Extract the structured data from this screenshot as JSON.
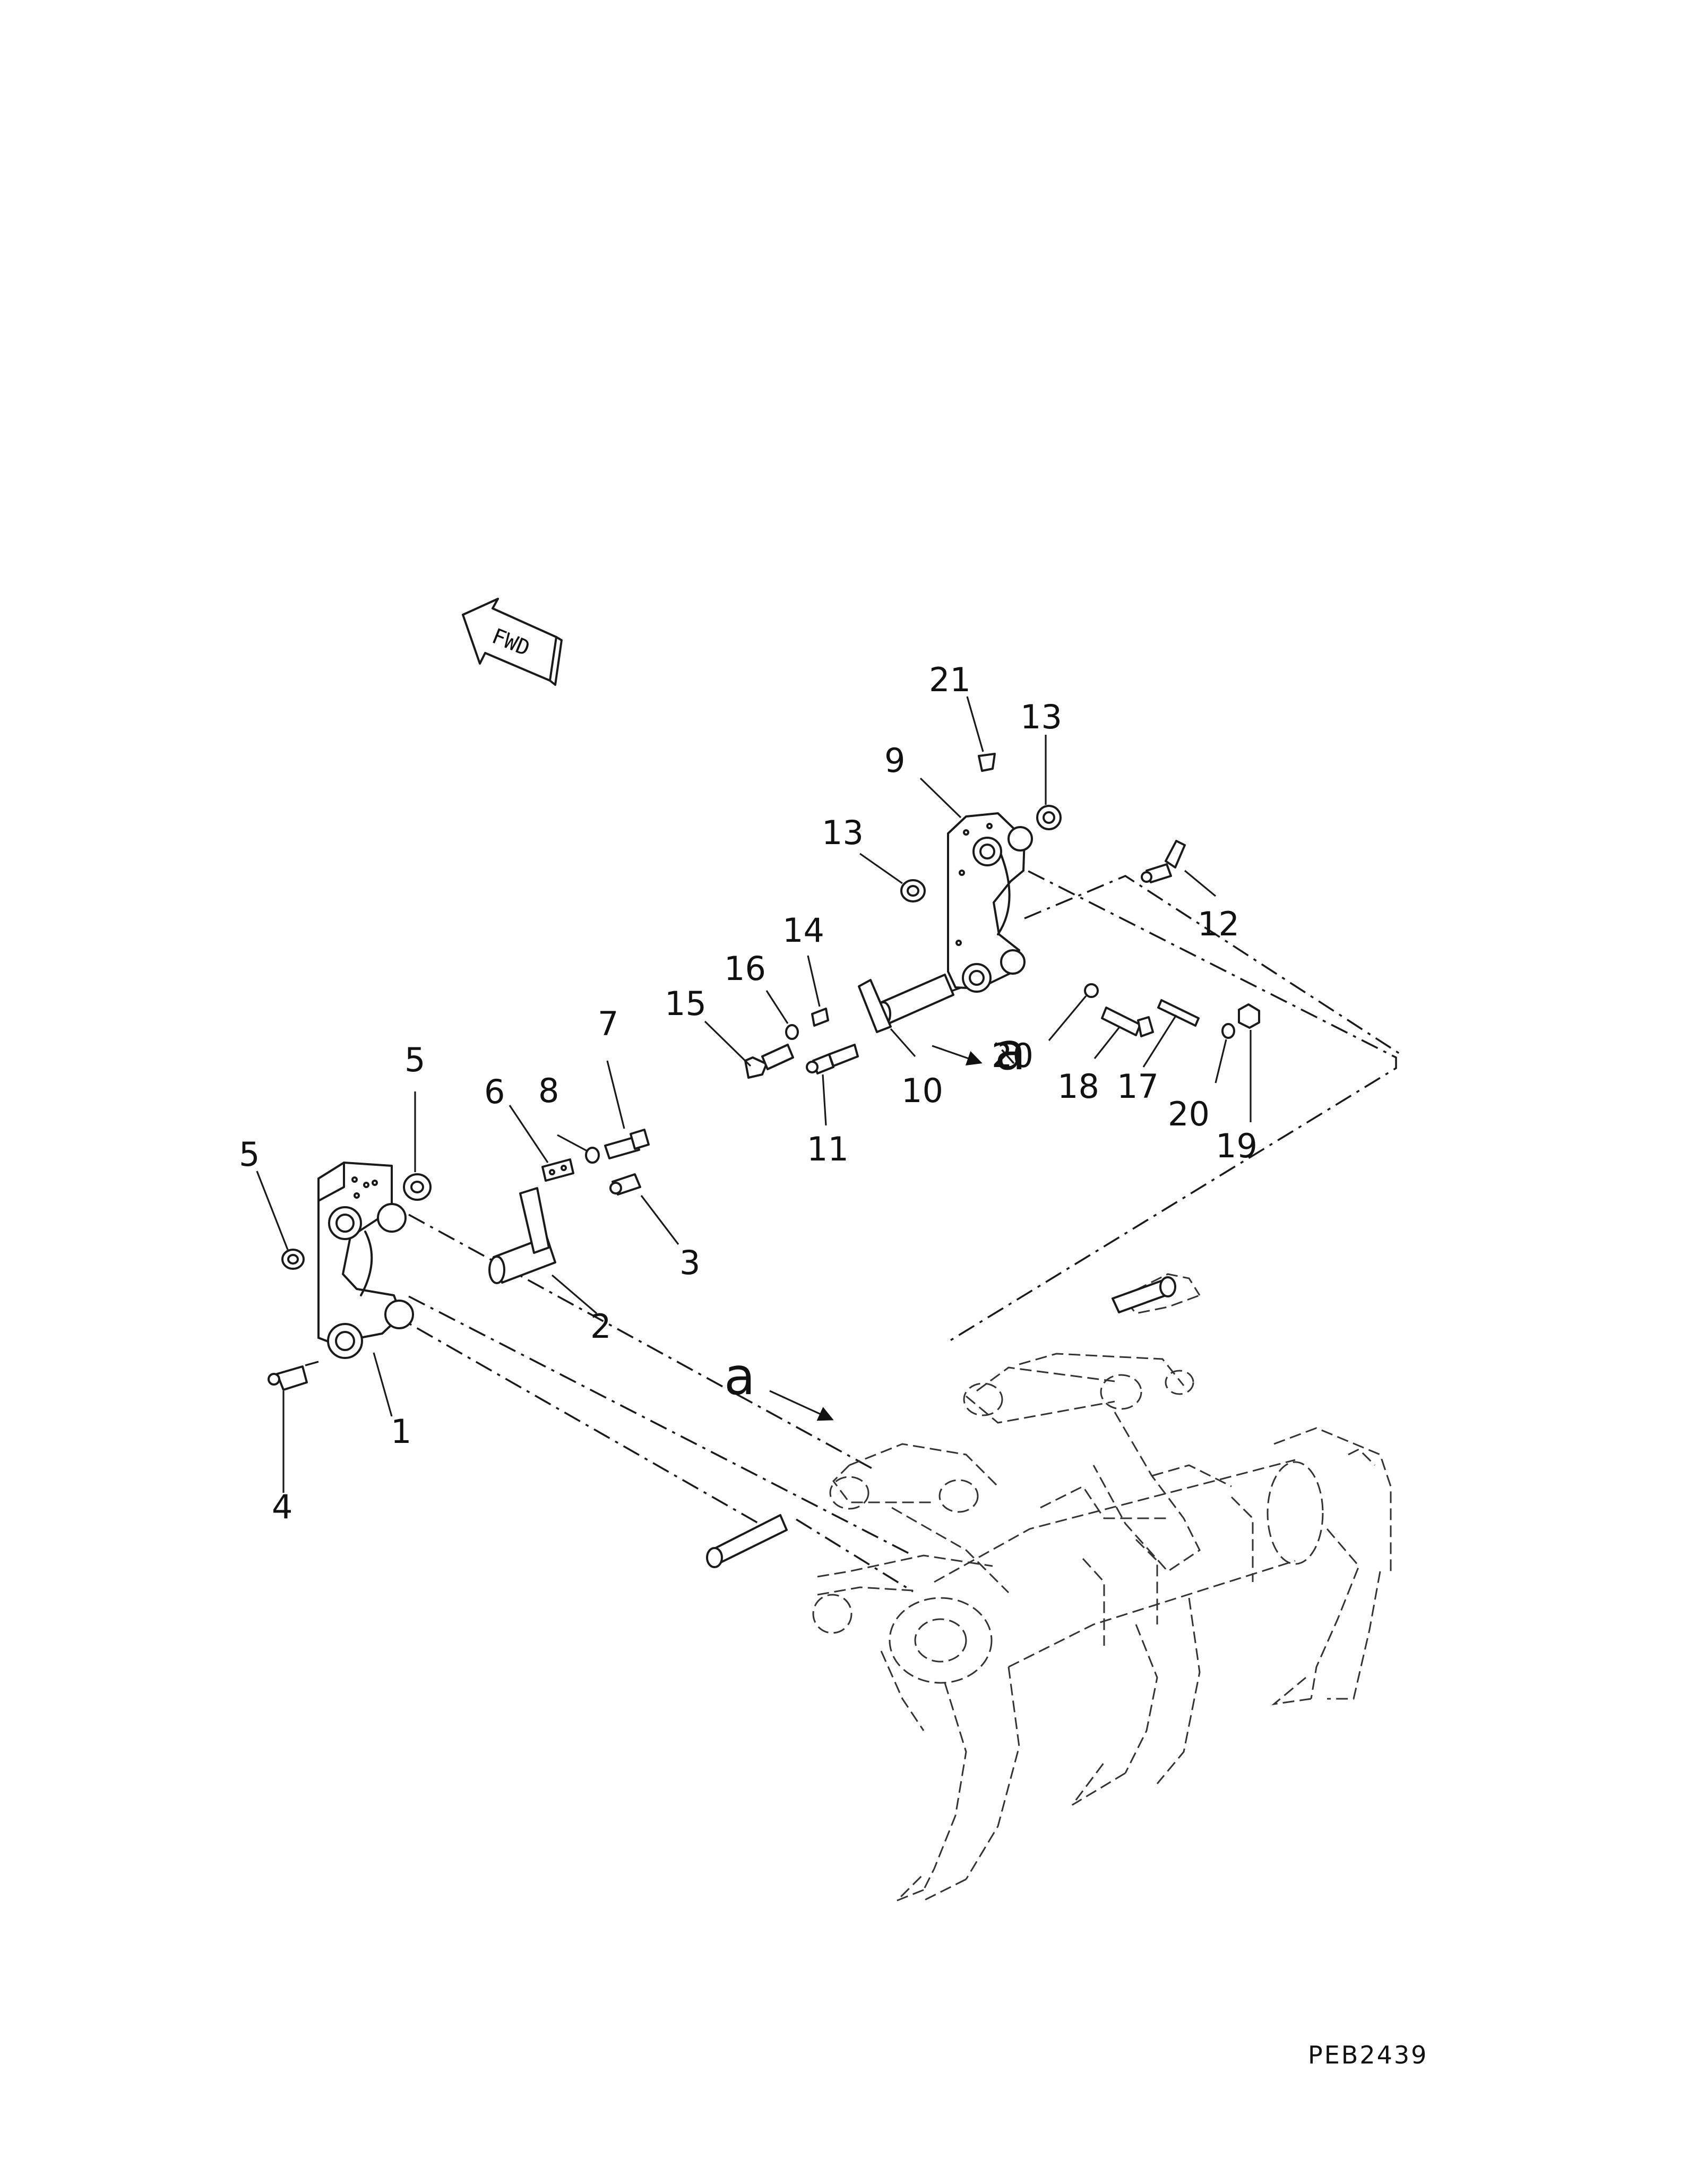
{
  "figure": {
    "drawing_code": "PEB2439",
    "direction_indicator": "FWD",
    "view_marker": "a"
  },
  "callouts": [
    {
      "id": "c1",
      "label": "1"
    },
    {
      "id": "c2",
      "label": "2"
    },
    {
      "id": "c3",
      "label": "3"
    },
    {
      "id": "c4",
      "label": "4"
    },
    {
      "id": "c5a",
      "label": "5"
    },
    {
      "id": "c5b",
      "label": "5"
    },
    {
      "id": "c6",
      "label": "6"
    },
    {
      "id": "c7",
      "label": "7"
    },
    {
      "id": "c8",
      "label": "8"
    },
    {
      "id": "c9",
      "label": "9"
    },
    {
      "id": "c10",
      "label": "10"
    },
    {
      "id": "c11",
      "label": "11"
    },
    {
      "id": "c12",
      "label": "12"
    },
    {
      "id": "c13a",
      "label": "13"
    },
    {
      "id": "c13b",
      "label": "13"
    },
    {
      "id": "c14",
      "label": "14"
    },
    {
      "id": "c15",
      "label": "15"
    },
    {
      "id": "c16",
      "label": "16"
    },
    {
      "id": "c17",
      "label": "17"
    },
    {
      "id": "c18",
      "label": "18"
    },
    {
      "id": "c19",
      "label": "19"
    },
    {
      "id": "c20a",
      "label": "20"
    },
    {
      "id": "c20b",
      "label": "20"
    },
    {
      "id": "c21",
      "label": "21"
    }
  ]
}
